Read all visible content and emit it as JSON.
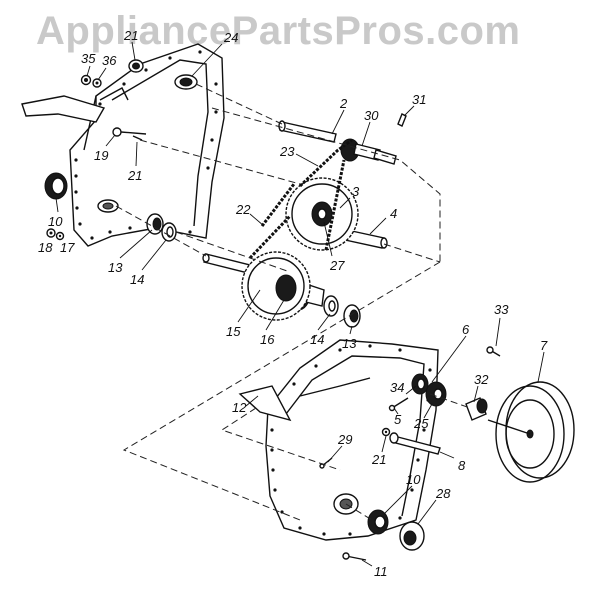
{
  "watermark": "AppliancePartsPros.com",
  "callouts": [
    {
      "id": "35",
      "text": "35"
    },
    {
      "id": "36",
      "text": "36"
    },
    {
      "id": "21",
      "text": "21"
    },
    {
      "id": "24",
      "text": "24"
    },
    {
      "id": "19",
      "text": "19"
    },
    {
      "id": "21b",
      "text": "21"
    },
    {
      "id": "10",
      "text": "10"
    },
    {
      "id": "18",
      "text": "18"
    },
    {
      "id": "17",
      "text": "17"
    },
    {
      "id": "13",
      "text": "13"
    },
    {
      "id": "14",
      "text": "14"
    },
    {
      "id": "2",
      "text": "2"
    },
    {
      "id": "30",
      "text": "30"
    },
    {
      "id": "31",
      "text": "31"
    },
    {
      "id": "23",
      "text": "23"
    },
    {
      "id": "3",
      "text": "3"
    },
    {
      "id": "22",
      "text": "22"
    },
    {
      "id": "4",
      "text": "4"
    },
    {
      "id": "27",
      "text": "27"
    },
    {
      "id": "15",
      "text": "15"
    },
    {
      "id": "16",
      "text": "16"
    },
    {
      "id": "14b",
      "text": "14"
    },
    {
      "id": "13b",
      "text": "13"
    },
    {
      "id": "33",
      "text": "33"
    },
    {
      "id": "6",
      "text": "6"
    },
    {
      "id": "7",
      "text": "7"
    },
    {
      "id": "32",
      "text": "32"
    },
    {
      "id": "34",
      "text": "34"
    },
    {
      "id": "5",
      "text": "5"
    },
    {
      "id": "25",
      "text": "25"
    },
    {
      "id": "12",
      "text": "12"
    },
    {
      "id": "29",
      "text": "29"
    },
    {
      "id": "21c",
      "text": "21"
    },
    {
      "id": "8",
      "text": "8"
    },
    {
      "id": "10b",
      "text": "10"
    },
    {
      "id": "28",
      "text": "28"
    },
    {
      "id": "11",
      "text": "11"
    }
  ]
}
